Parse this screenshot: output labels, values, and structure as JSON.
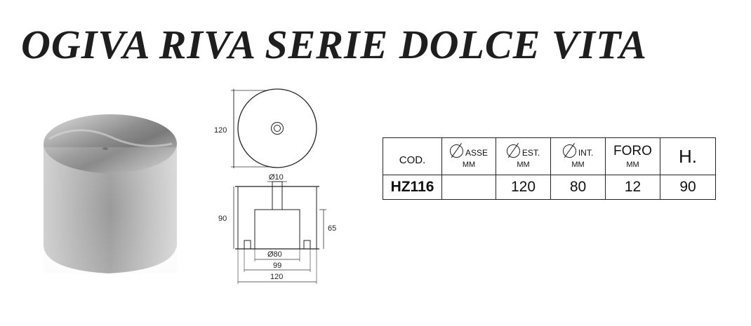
{
  "title": "OGIVA RIVA SERIE DOLCE VITA",
  "drawing": {
    "dim_top_diameter": "120",
    "dim_shaft": "Ø10",
    "dim_height": "90",
    "dim_inner_height": "65",
    "dim_inner_diameter": "Ø80",
    "dim_width_99": "99",
    "dim_width_120": "120"
  },
  "table": {
    "headers": {
      "cod": "COD.",
      "asse": "ASSE",
      "asse_unit": "MM",
      "est": "EST.",
      "est_unit": "MM",
      "int": "INT.",
      "int_unit": "MM",
      "foro": "FORO",
      "foro_unit": "MM",
      "h": "H."
    },
    "row": {
      "cod": "HZ116",
      "asse": "",
      "est": "120",
      "int": "80",
      "foro": "12",
      "h": "90"
    }
  }
}
